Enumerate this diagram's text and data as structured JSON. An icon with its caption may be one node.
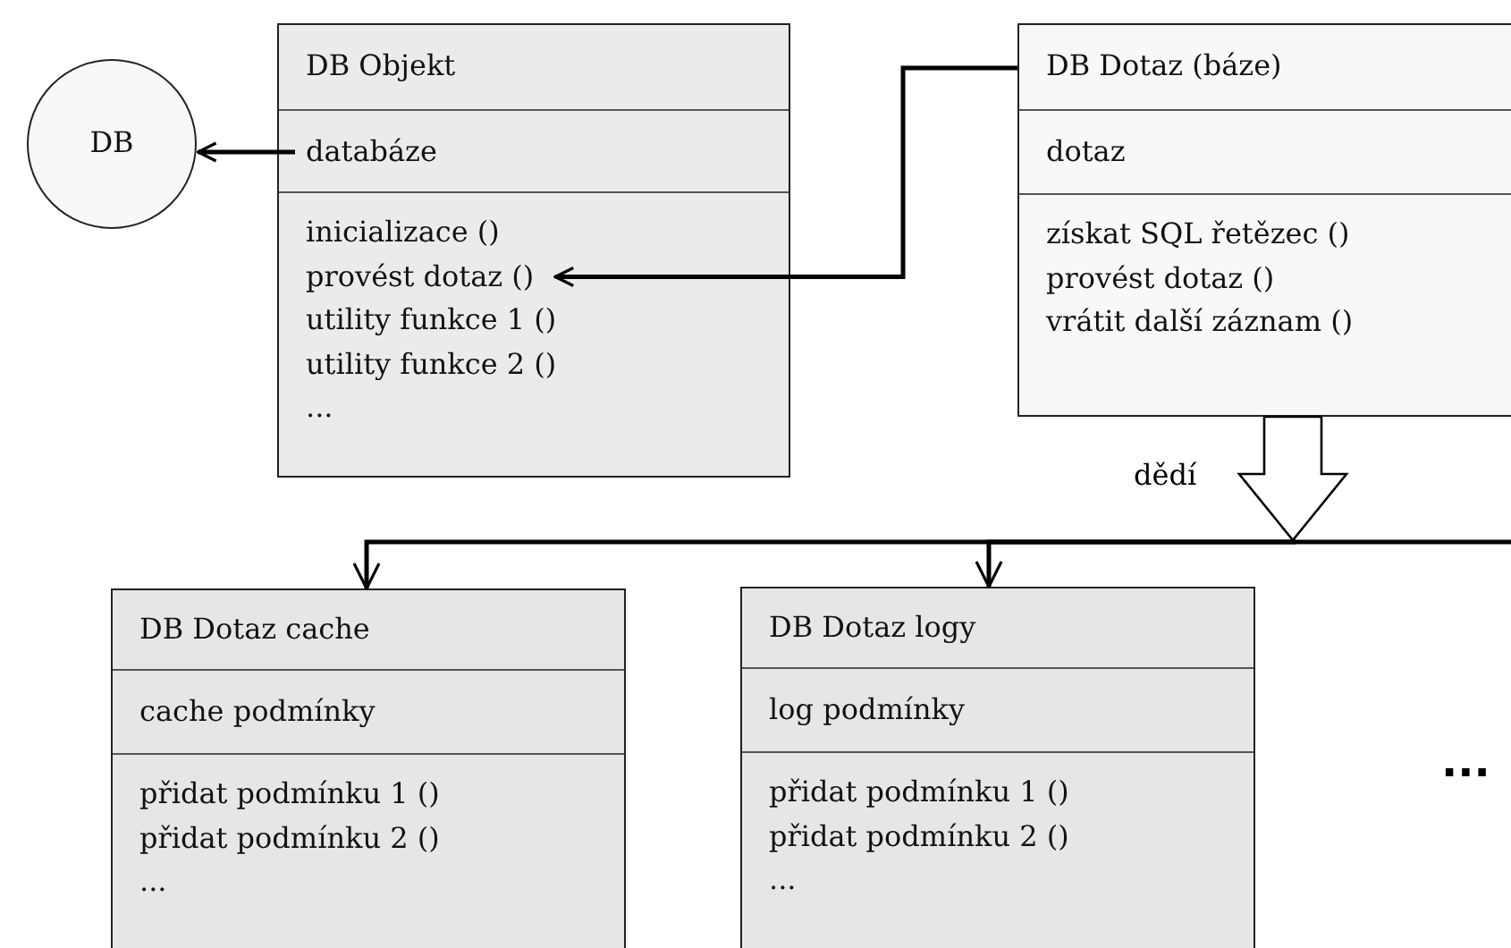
{
  "diagram": {
    "nodes": [
      {
        "text": [
          "DB"
        ]
      },
      {
        "text": [
          "DB Objekt",
          "databáze",
          "inicializace ()",
          "provést dotaz ()",
          "utility funkce 1 ()",
          "utility funkce 2 ()",
          "..."
        ]
      },
      {
        "text": [
          "DB Dotaz (báze)",
          "dotaz",
          "získat SQL řetězec ()",
          "provést dotaz ()",
          "vrátit další záznam ()"
        ]
      },
      {
        "text": [
          "DB Dotaz cache",
          "cache podmínky",
          "přidat podmínku 1 ()",
          "přidat podmínku 2 ()",
          "..."
        ]
      },
      {
        "text": [
          "DB Dotaz logy",
          "log podmínky",
          "přidat podmínku 1 ()",
          "přidat podmínku 2 ()",
          "..."
        ]
      }
    ],
    "edges": [
      {
        "from": 1,
        "to": 0,
        "arrow": "to"
      },
      {
        "from": 2,
        "to": 1,
        "arrow": "to"
      },
      {
        "from": 2,
        "to": 3,
        "arrow": "to",
        "label": "dědí"
      },
      {
        "from": 2,
        "to": 4,
        "arrow": "to"
      }
    ],
    "labels": [
      "..."
    ]
  }
}
